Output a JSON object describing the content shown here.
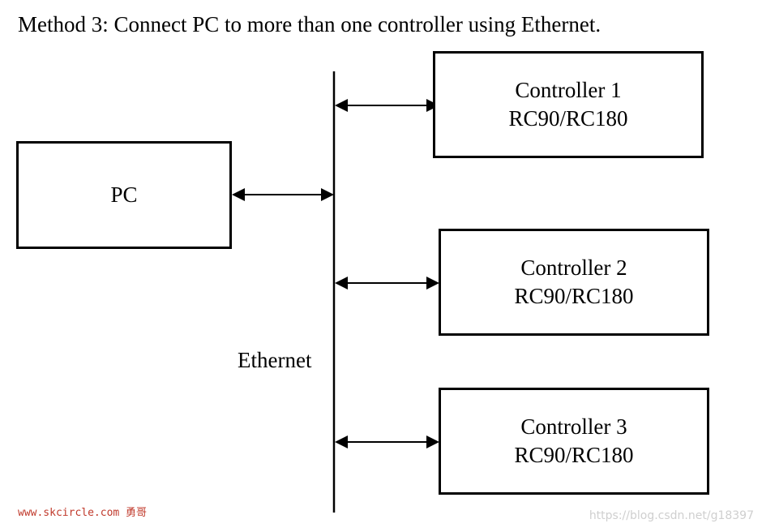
{
  "title": "Method 3: Connect PC to more than one controller using Ethernet.",
  "pc": {
    "label": "PC"
  },
  "controllers": [
    {
      "name": "Controller 1",
      "model": "RC90/RC180"
    },
    {
      "name": "Controller 2",
      "model": "RC90/RC180"
    },
    {
      "name": "Controller 3",
      "model": "RC90/RC180"
    }
  ],
  "bus": {
    "label": "Ethernet"
  },
  "watermarks": {
    "left": "www.skcircle.com 勇哥",
    "right": "https://blog.csdn.net/g18397"
  },
  "colors": {
    "lines": "#000000",
    "watermark_left": "#c0392b",
    "watermark_right": "#cfcfcf"
  }
}
